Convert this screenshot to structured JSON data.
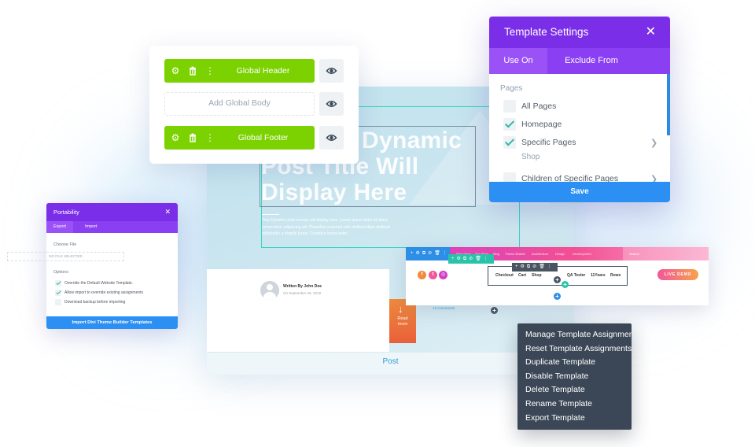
{
  "colors": {
    "purple": "#7b2ee8",
    "purple_tab": "#8b3ff3",
    "green": "#7bd200",
    "blue": "#2b8ff3",
    "teal": "#28c3a8",
    "dark_menu": "#3b4756",
    "pink": "#f24f93",
    "orange": "#f08a3c"
  },
  "global_layout": {
    "header": {
      "label": "Global Header",
      "icons": [
        "gear-icon",
        "trash-icon",
        "more-vertical-icon"
      ],
      "visibility_icon": "eye-icon"
    },
    "body": {
      "label": "Add Global Body",
      "visibility_icon": "eye-icon"
    },
    "footer": {
      "label": "Global Footer",
      "icons": [
        "gear-icon",
        "trash-icon",
        "more-vertical-icon"
      ],
      "visibility_icon": "eye-icon"
    }
  },
  "template_settings": {
    "title": "Template Settings",
    "tabs": [
      {
        "label": "Use On",
        "active": true
      },
      {
        "label": "Exclude From",
        "active": false
      }
    ],
    "group_label": "Pages",
    "options": [
      {
        "label": "All Pages",
        "checked": false,
        "chevron": false
      },
      {
        "label": "Homepage",
        "checked": true,
        "chevron": false
      },
      {
        "label": "Specific Pages",
        "checked": true,
        "chevron": true
      },
      {
        "label": "Children of Specific Pages",
        "checked": false,
        "chevron": true
      }
    ],
    "sub_item": "Shop",
    "save_label": "Save"
  },
  "portability": {
    "title": "Portability",
    "tabs": [
      {
        "label": "Export",
        "active": true
      },
      {
        "label": "Import",
        "active": false
      }
    ],
    "choose_file_label": "Choose File",
    "file_placeholder": "NO FILE SELECTED",
    "options_label": "Options",
    "options": [
      {
        "label": "Override the Default Website Template.",
        "checked": true
      },
      {
        "label": "Allow import to override existing assignments",
        "checked": true
      },
      {
        "label": "Download backup before importing",
        "checked": false
      }
    ],
    "button_label": "Import Divi Theme Builder Templates"
  },
  "context_menu": {
    "items": [
      "Manage Template Assignments",
      "Reset Template Assignments",
      "Duplicate Template",
      "Disable Template",
      "Delete Template",
      "Rename Template",
      "Export Template"
    ]
  },
  "post_preview": {
    "title_lines": [
      "Dynamic",
      "Post Title Will",
      "Display Here"
    ],
    "excerpt": "Your Dynamic post excerpt will display here. Lorem ipsum dolor sit amet, consectetur adipiscing elit. Phasellus euismod odio eleifend diam eleifend sollicitudin a fringilla turpis. Curabitur lectus enim.",
    "author": "Written By John Doe",
    "date": "On September 26, 2019",
    "read_more": "Read more",
    "comments": "12 Comments",
    "post_label": "Post"
  },
  "header_preview": {
    "top_menu": [
      "Shop Now",
      "Our Story",
      "Blog",
      "Theme Builder",
      "Architecture",
      "Design",
      "Development"
    ],
    "search_text": "Search",
    "nav_items": [
      "Checkout",
      "Cart",
      "Shop",
      "QA Tester",
      "11Years",
      "Rows"
    ],
    "cta_label": "LIVE DEMO",
    "social": [
      {
        "icon": "facebook-icon",
        "glyph": "f",
        "color": "#f08a3c"
      },
      {
        "icon": "twitter-icon",
        "glyph": "t",
        "color": "#f2569a"
      },
      {
        "icon": "instagram-icon",
        "glyph": "◎",
        "color": "#d23ec7"
      }
    ]
  }
}
